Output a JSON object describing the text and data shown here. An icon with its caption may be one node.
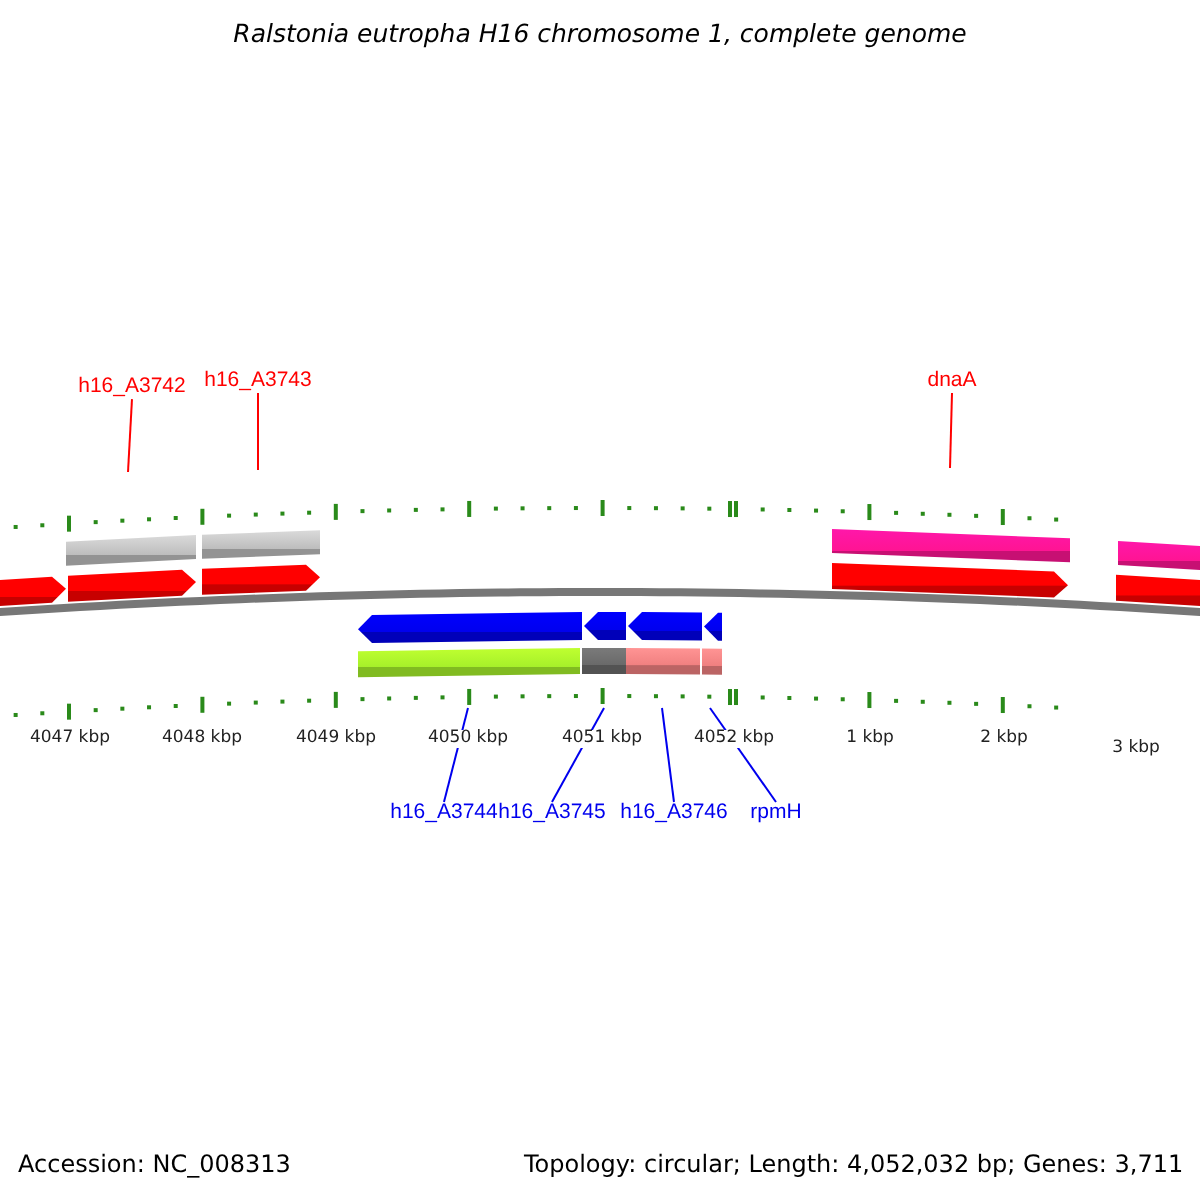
{
  "diagram": {
    "title": "Ralstonia eutropha H16 chromosome 1, complete genome",
    "nodes": [
      {
        "text": [
          "h16_A3742"
        ]
      },
      {
        "text": [
          "h16_A3743"
        ]
      },
      {
        "text": [
          "dnaA"
        ]
      },
      {
        "text": [
          "h16_A3744"
        ]
      },
      {
        "text": [
          "h16_A3745"
        ]
      },
      {
        "text": [
          "h16_A3746"
        ]
      },
      {
        "text": [
          "rpmH"
        ]
      }
    ],
    "edges": [
      {
        "from": 0,
        "to": null,
        "arrow": "none",
        "color": "#ff0000"
      },
      {
        "from": 1,
        "to": null,
        "arrow": "none",
        "color": "#ff0000"
      },
      {
        "from": 2,
        "to": null,
        "arrow": "none",
        "color": "#ff0000"
      },
      {
        "from": 3,
        "to": null,
        "arrow": "none"
      },
      {
        "from": 4,
        "to": null,
        "arrow": "none"
      },
      {
        "from": 5,
        "to": null,
        "arrow": "none"
      },
      {
        "from": 6,
        "to": null,
        "arrow": "none"
      }
    ],
    "labels": [
      "4047 kbp",
      "4048 kbp",
      "4049 kbp",
      "4050 kbp",
      "4051 kbp",
      "4052 kbp",
      "1 kbp",
      "2 kbp",
      "3 kbp",
      "Accession: NC_008313",
      "Topology: circular; Length: 4,052,032 bp; Genes: 3,711"
    ]
  }
}
